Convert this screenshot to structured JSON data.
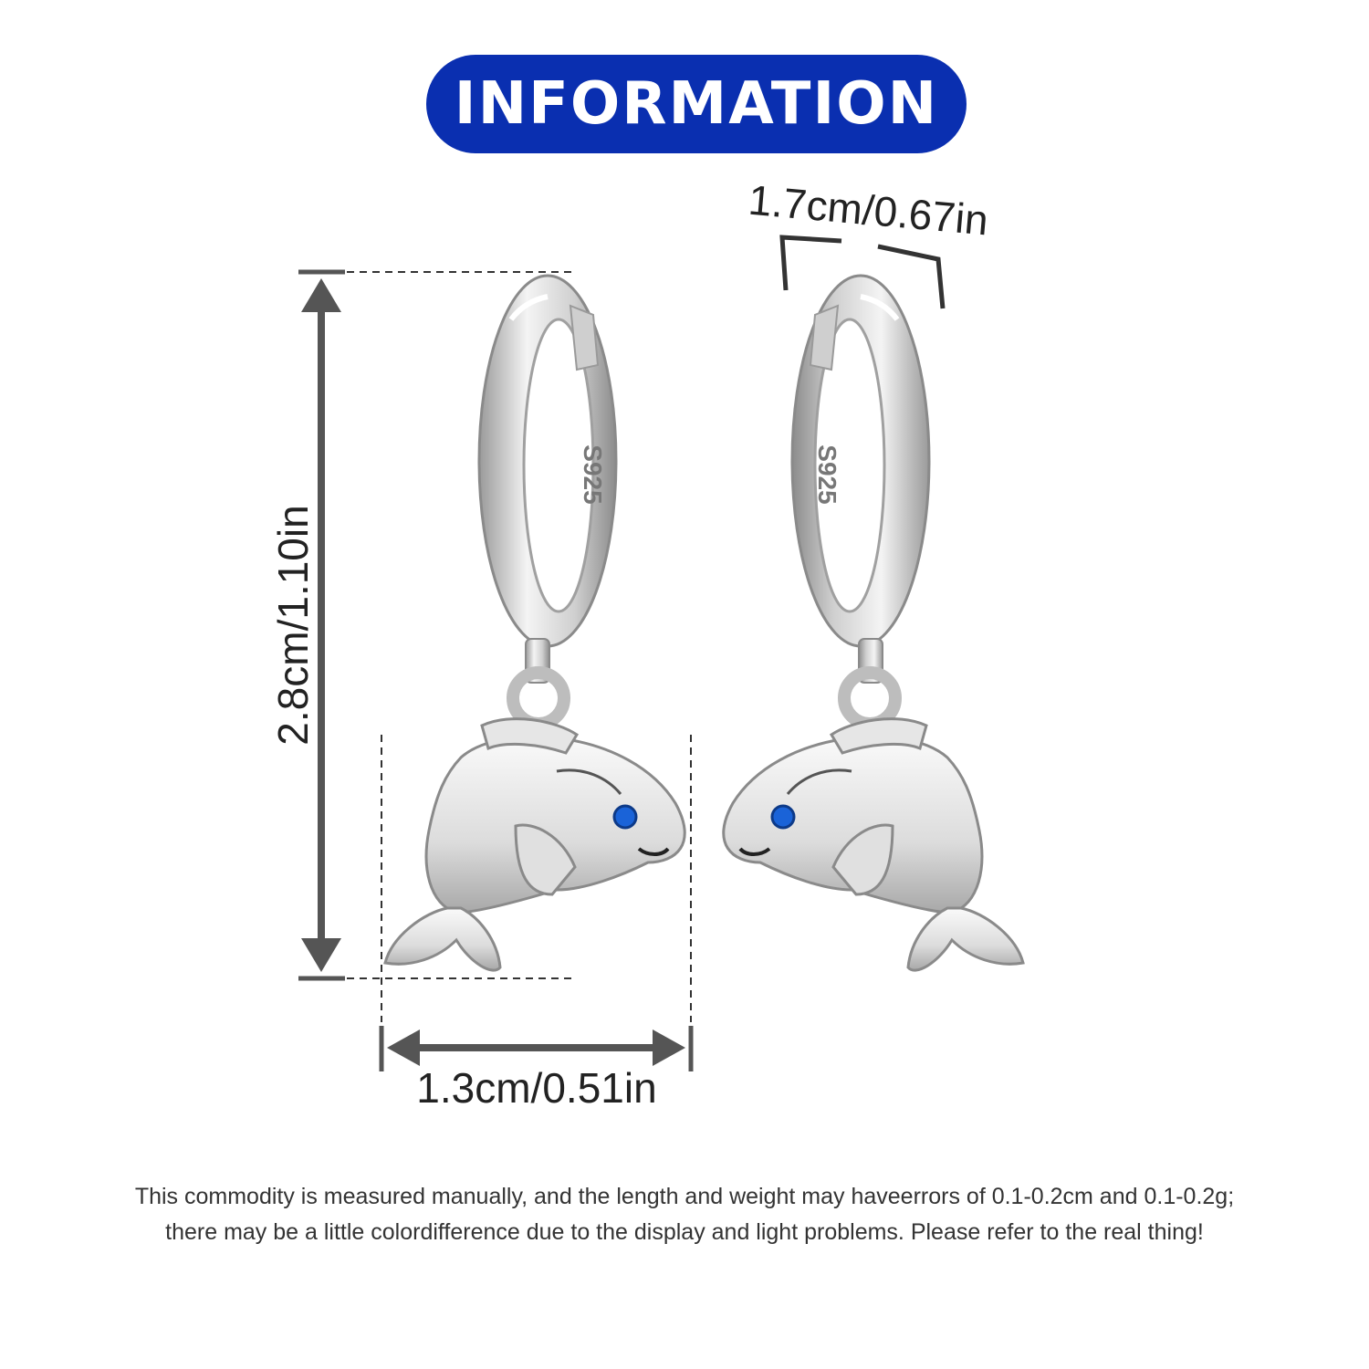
{
  "header": {
    "title": "INFORMATION",
    "bg_color": "#0a2fb0"
  },
  "product": {
    "hallmark": "S925",
    "stone_color": "#1a63d8",
    "metal_color": "#d8d8d8"
  },
  "dimensions": {
    "height_label": "2.8cm/1.10in",
    "width_label": "1.3cm/0.51in",
    "hoop_label": "1.7cm/0.67in"
  },
  "disclaimer": {
    "line1": "This commodity is measured manually, and the length and weight may haveerrors of 0.1-0.2cm and 0.1-0.2g;",
    "line2": "there may be a little colordifference due to the display and light problems. Please refer to the real thing!"
  }
}
